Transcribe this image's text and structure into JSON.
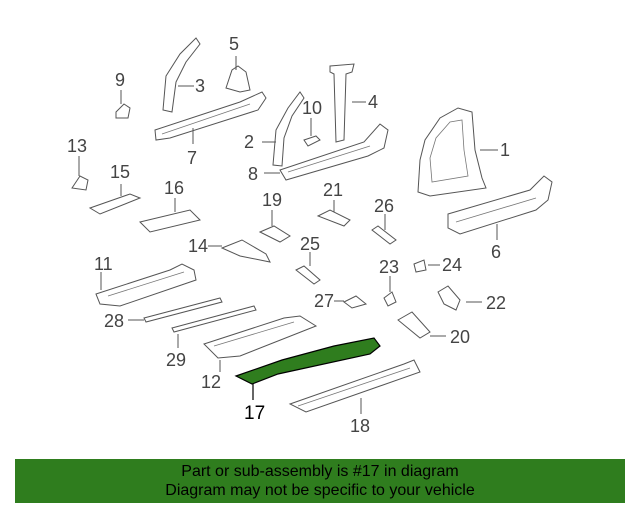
{
  "diagram": {
    "callouts": [
      "1",
      "2",
      "3",
      "4",
      "5",
      "6",
      "7",
      "8",
      "9",
      "10",
      "11",
      "12",
      "13",
      "14",
      "15",
      "16",
      "17",
      "18",
      "19",
      "20",
      "21",
      "22",
      "23",
      "24",
      "25",
      "26",
      "27",
      "28",
      "29"
    ],
    "highlight_callout": "17",
    "highlight_color": "#2f7d1e"
  },
  "banner": {
    "line1": "Part or sub-assembly is #17 in diagram",
    "line2": "Diagram may not be specific to your vehicle",
    "color": "#2f7d1e"
  }
}
